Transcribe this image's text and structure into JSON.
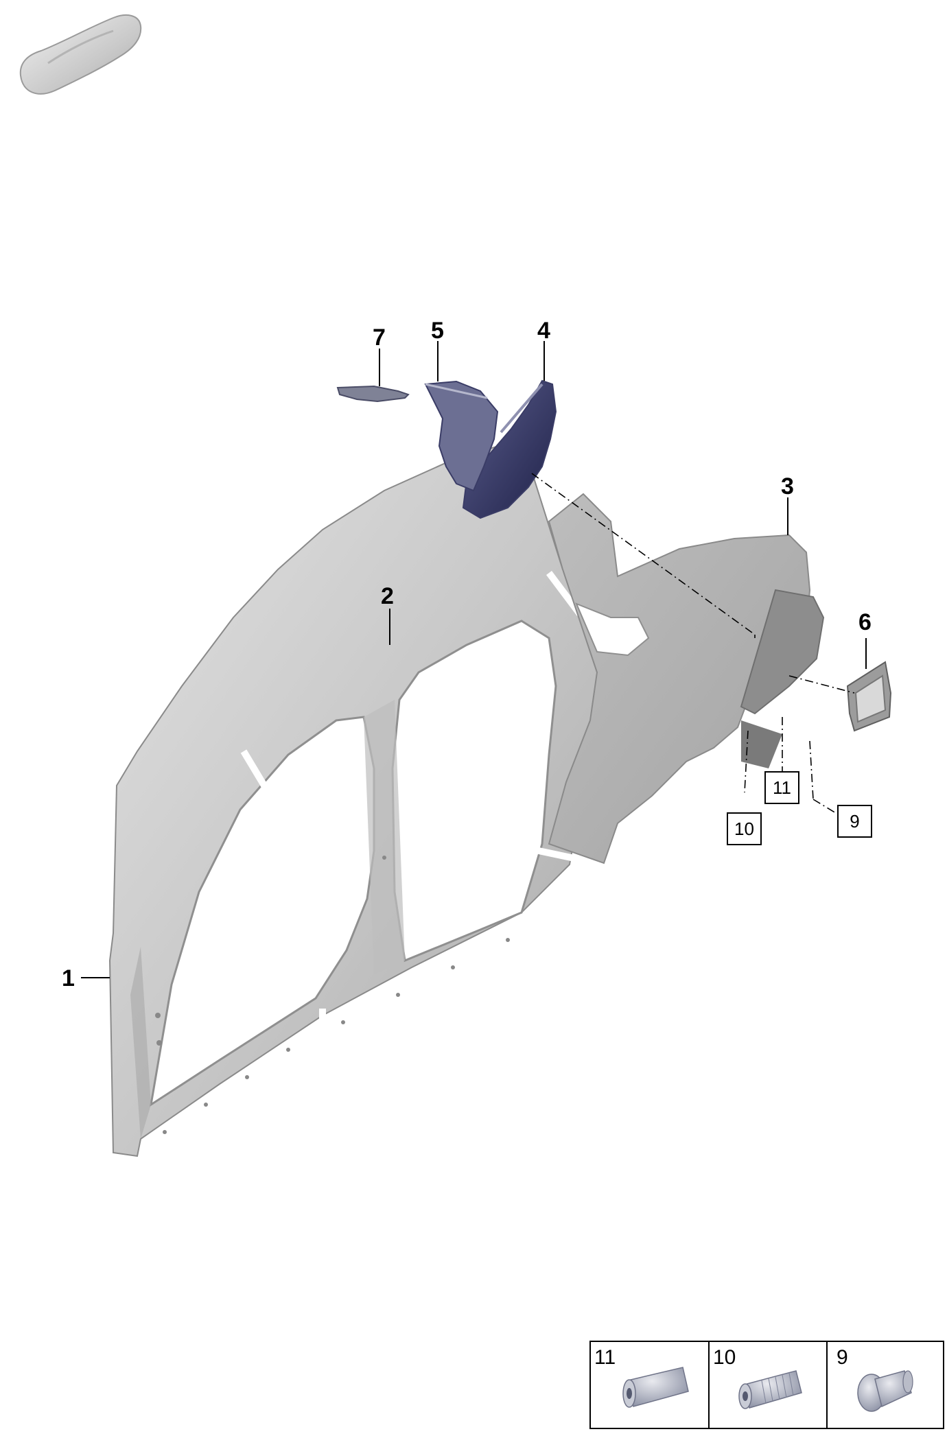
{
  "callouts": {
    "c1": "1",
    "c2": "2",
    "c3": "3",
    "c4": "4",
    "c5": "5",
    "c6": "6",
    "c7": "7"
  },
  "boxed_callouts": {
    "b9": "9",
    "b10": "10",
    "b11": "11"
  },
  "fastener_legend": [
    {
      "number": "11",
      "icon": "rivet-nut-icon"
    },
    {
      "number": "10",
      "icon": "knurled-rivet-nut-icon"
    },
    {
      "number": "9",
      "icon": "flange-nut-icon"
    }
  ],
  "colors": {
    "panel": "#cfcfcf",
    "panel_light": "#e6e6e6",
    "panel_dark": "#9a9a9a",
    "inner_part": "#2b2d55",
    "line": "#000000"
  }
}
